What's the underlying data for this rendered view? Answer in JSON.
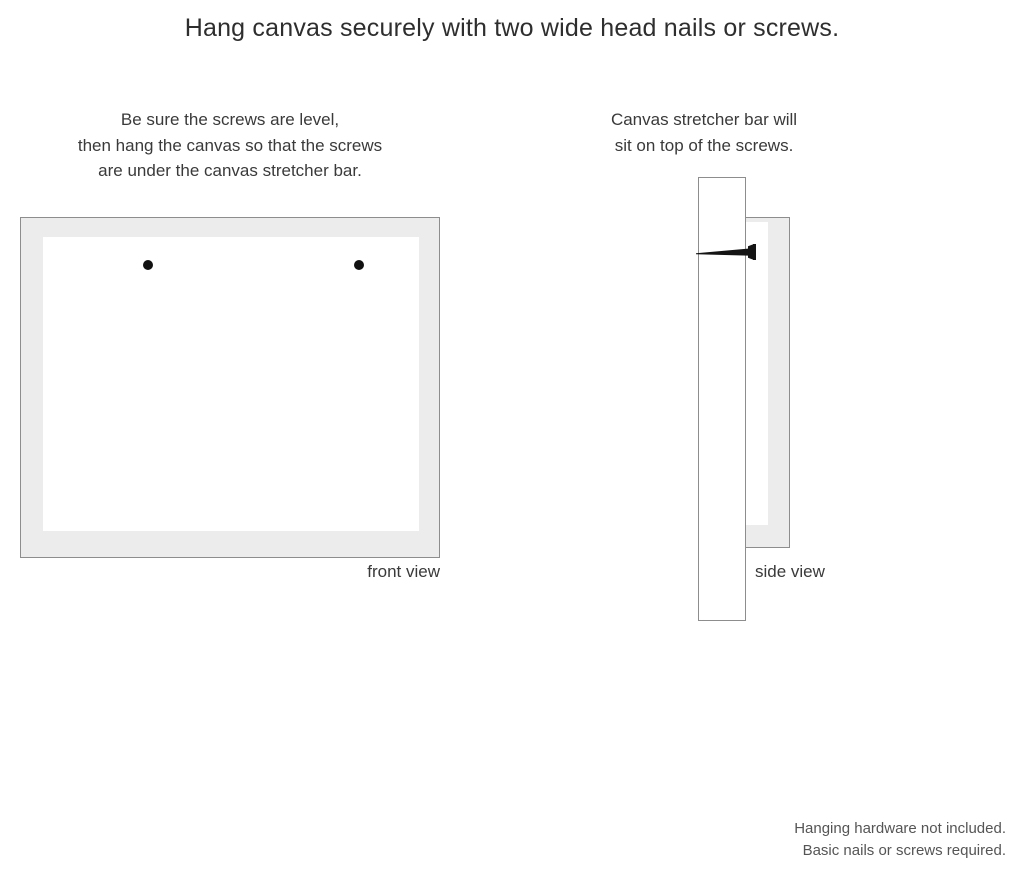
{
  "title": "Hang canvas securely with two wide head nails or screws.",
  "captions": {
    "left": [
      "Be sure the screws are level,",
      "then hang the canvas so that the screws",
      "are under the canvas stretcher bar."
    ],
    "right": [
      "Canvas stretcher bar will",
      "sit on top of the screws."
    ]
  },
  "views": {
    "front": {
      "label": "front view",
      "frame_color": "#ececec",
      "frame_border_color": "#8d8d8d",
      "inner_color": "#ffffff",
      "screws": [
        {
          "name": "left-screw-dot",
          "color": "#111111"
        },
        {
          "name": "right-screw-dot",
          "color": "#111111"
        }
      ]
    },
    "side": {
      "label": "side view",
      "wall_color": "#ffffff",
      "wall_border_color": "#8d8d8d",
      "canvas_color": "#ececec",
      "canvas_inner_color": "#ffffff",
      "screw_color": "#141414"
    }
  },
  "disclaimer": [
    "Hanging hardware not included.",
    "Basic nails or screws required."
  ]
}
